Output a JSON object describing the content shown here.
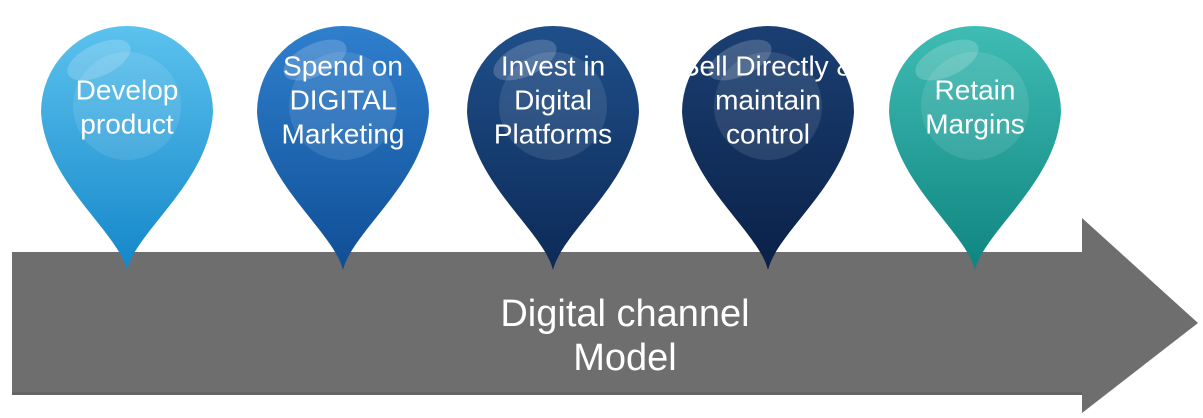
{
  "arrow": {
    "label_line1": "Digital channel",
    "label_line2": "Model",
    "color": "#6e6e6e"
  },
  "pins": [
    {
      "lines": [
        "Develop",
        "product"
      ],
      "color_light": "#5cc2ee",
      "color_dark": "#1487c9"
    },
    {
      "lines": [
        "Spend on",
        "DIGITAL",
        "Marketing"
      ],
      "color_light": "#2f7fcd",
      "color_dark": "#0f4e96"
    },
    {
      "lines": [
        "Invest in",
        "Digital",
        "Platforms"
      ],
      "color_light": "#1f4f8a",
      "color_dark": "#0c2a57"
    },
    {
      "lines": [
        "Sell Directly &",
        "maintain",
        "control"
      ],
      "color_light": "#1b3f73",
      "color_dark": "#0a2148"
    },
    {
      "lines": [
        "Retain",
        "Margins"
      ],
      "color_light": "#3fbcb4",
      "color_dark": "#0f8580"
    }
  ]
}
